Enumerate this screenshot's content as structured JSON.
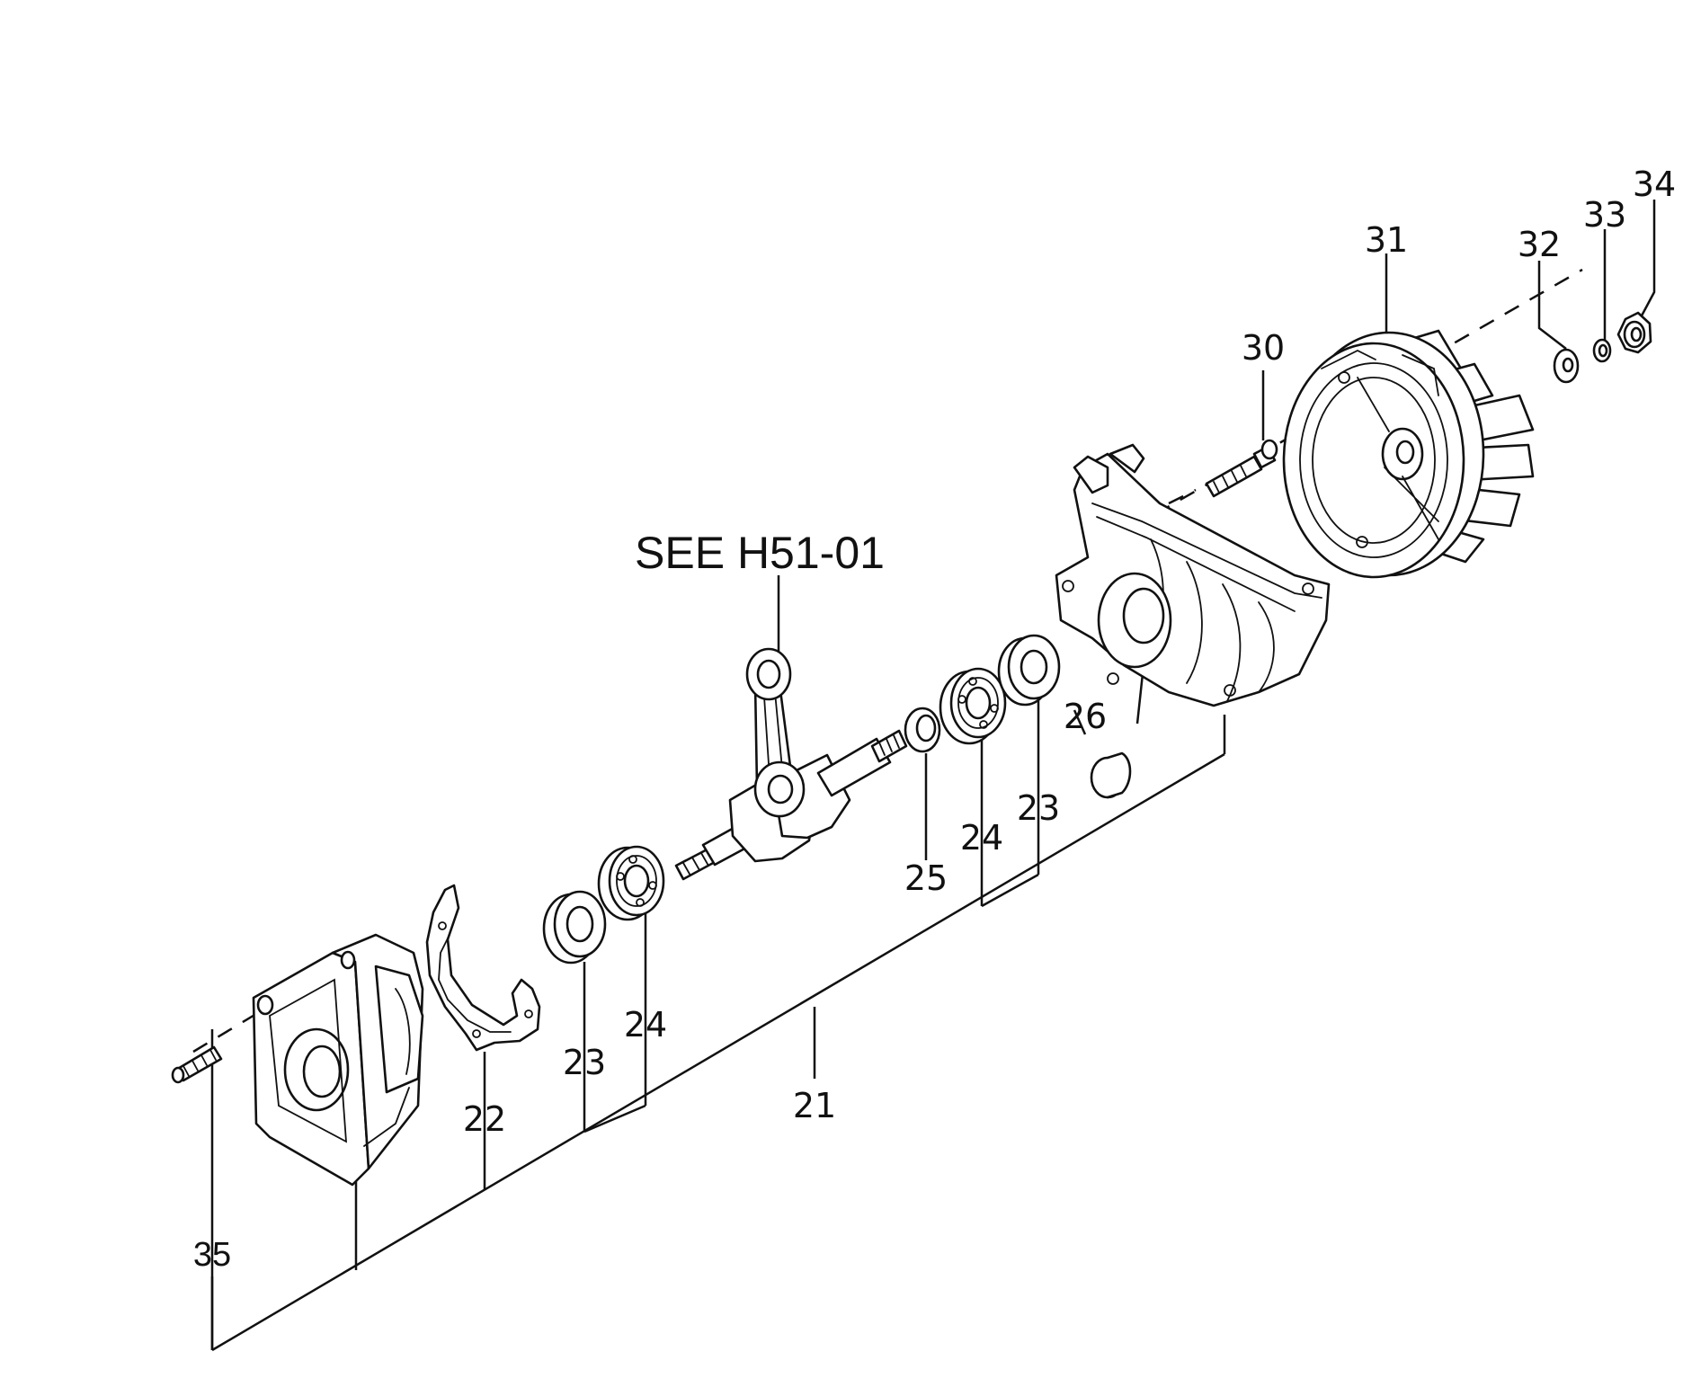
{
  "reference_note": "SEE H51-01",
  "callouts": {
    "c21": "21",
    "c22": "22",
    "c23a": "23",
    "c24a": "24",
    "c25": "25",
    "c24b": "24",
    "c23b": "23",
    "c26": "26",
    "c30": "30",
    "c31": "31",
    "c32": "32",
    "c33": "33",
    "c34": "34",
    "c35": "35"
  }
}
